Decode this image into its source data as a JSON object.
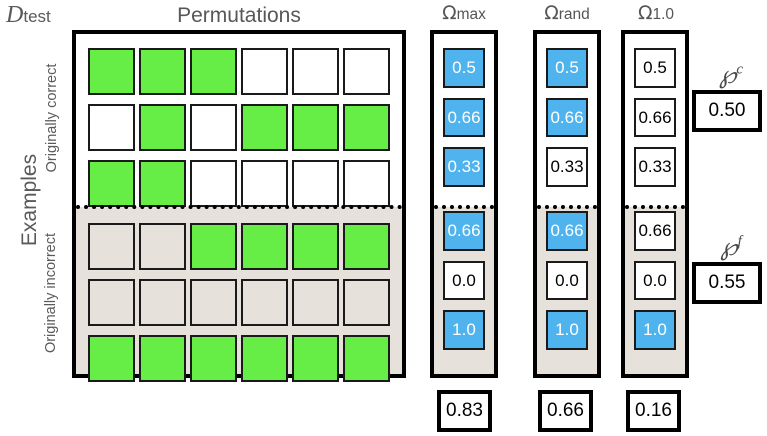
{
  "figure": {
    "top_left_label": "D",
    "top_left_label_sub": "test",
    "columns_title": "Permutations",
    "row_group_axis_label": "Examples",
    "row_group_top_label": "Originally correct",
    "row_group_bottom_label": "Originally incorrect"
  },
  "colors": {
    "green": "#66ee47",
    "blue": "#4fb3ee",
    "beige": "#e6e1db",
    "white": "#ffffff",
    "outline": "#000000"
  },
  "permutation_grid": {
    "columns": 6,
    "top_section": {
      "label": "Originally correct",
      "rows": [
        [
          "green",
          "green",
          "green",
          "white",
          "white",
          "white"
        ],
        [
          "white",
          "green",
          "white",
          "green",
          "green",
          "green"
        ],
        [
          "green",
          "green",
          "white",
          "white",
          "white",
          "white"
        ]
      ]
    },
    "bottom_section": {
      "label": "Originally incorrect",
      "rows": [
        [
          "beige",
          "beige",
          "green",
          "green",
          "green",
          "green"
        ],
        [
          "beige",
          "beige",
          "beige",
          "beige",
          "beige",
          "beige"
        ],
        [
          "green",
          "green",
          "green",
          "green",
          "green",
          "green"
        ]
      ]
    }
  },
  "omega_columns": [
    {
      "id": "omega-max",
      "symbol": "Ω",
      "subscript": "max",
      "top_values": [
        {
          "value": "0.5",
          "fill": "blue"
        },
        {
          "value": "0.66",
          "fill": "blue"
        },
        {
          "value": "0.33",
          "fill": "blue"
        }
      ],
      "bottom_values": [
        {
          "value": "0.66",
          "fill": "blue"
        },
        {
          "value": "0.0",
          "fill": "white"
        },
        {
          "value": "1.0",
          "fill": "blue"
        }
      ],
      "summary": "0.83"
    },
    {
      "id": "omega-rand",
      "symbol": "Ω",
      "subscript": "rand",
      "top_values": [
        {
          "value": "0.5",
          "fill": "blue"
        },
        {
          "value": "0.66",
          "fill": "blue"
        },
        {
          "value": "0.33",
          "fill": "white"
        }
      ],
      "bottom_values": [
        {
          "value": "0.66",
          "fill": "blue"
        },
        {
          "value": "0.0",
          "fill": "white"
        },
        {
          "value": "1.0",
          "fill": "blue"
        }
      ],
      "summary": "0.66"
    },
    {
      "id": "omega-one",
      "symbol": "Ω",
      "subscript": "1.0",
      "top_values": [
        {
          "value": "0.5",
          "fill": "white"
        },
        {
          "value": "0.66",
          "fill": "white"
        },
        {
          "value": "0.33",
          "fill": "white"
        }
      ],
      "bottom_values": [
        {
          "value": "0.66",
          "fill": "white"
        },
        {
          "value": "0.0",
          "fill": "white"
        },
        {
          "value": "1.0",
          "fill": "blue"
        }
      ],
      "summary": "0.16"
    }
  ],
  "scores": {
    "correct": {
      "symbol": "℘",
      "superscript": "c",
      "value": "0.50"
    },
    "incorrect": {
      "symbol": "℘",
      "superscript": "f",
      "value": "0.55"
    }
  }
}
